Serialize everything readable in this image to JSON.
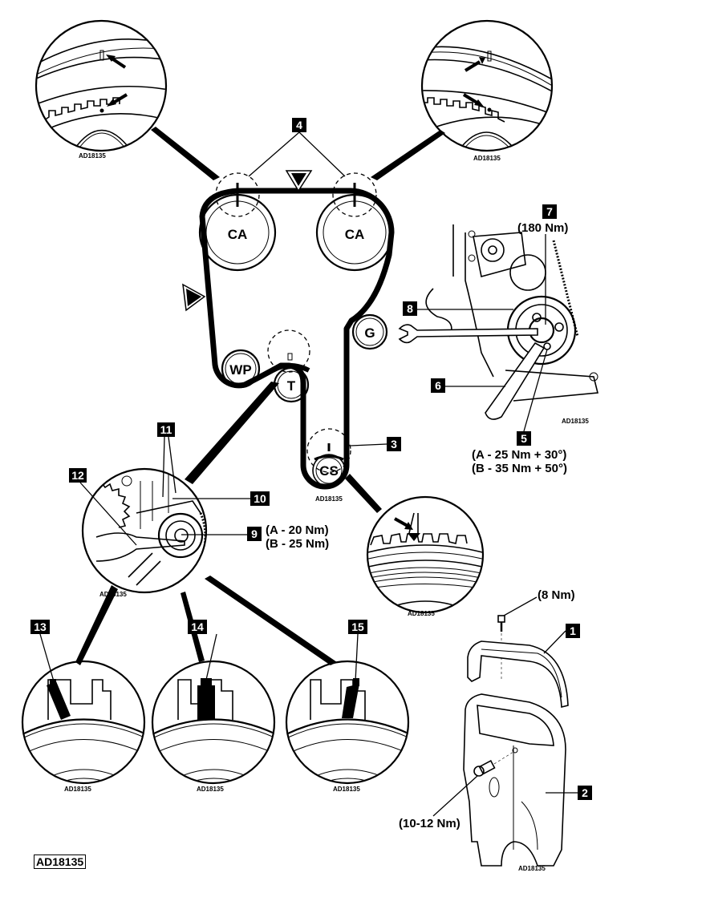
{
  "diagram": {
    "title": "Timing belt installation diagram",
    "reference_code": "AD18135",
    "pulleys": [
      {
        "id": "ca-left",
        "label": "CA"
      },
      {
        "id": "ca-right",
        "label": "CA"
      },
      {
        "id": "wp",
        "label": "WP"
      },
      {
        "id": "t",
        "label": "T"
      },
      {
        "id": "g",
        "label": "G"
      },
      {
        "id": "cs",
        "label": "CS"
      }
    ],
    "callouts": {
      "n1": "1",
      "n2": "2",
      "n3": "3",
      "n4": "4",
      "n5": "5",
      "n6": "6",
      "n7": "7",
      "n8": "8",
      "n9": "9",
      "n10": "10",
      "n11": "11",
      "n12": "12",
      "n13": "13",
      "n14": "14",
      "n15": "15"
    },
    "torques": {
      "t7": "(180 Nm)",
      "t5_a": "(A - 25 Nm + 30°)",
      "t5_b": "(B - 35 Nm + 50°)",
      "t9_a": "(A - 20 Nm)",
      "t9_b": "(B - 25 Nm)",
      "t_top_cover": "(8 Nm)",
      "t_lower_cover": "(10-12 Nm)"
    },
    "detail_refs": {
      "detail_top_left": "AD18135",
      "detail_top_right": "AD18135",
      "crank_center": "AD18135",
      "crank_detail": "AD18135",
      "tensioner_detail": "AD18135",
      "pulley_tool_view": "AD18135",
      "tensioner_pos_13": "AD18135",
      "tensioner_pos_14": "AD18135",
      "tensioner_pos_15": "AD18135",
      "covers": "AD18135"
    }
  }
}
